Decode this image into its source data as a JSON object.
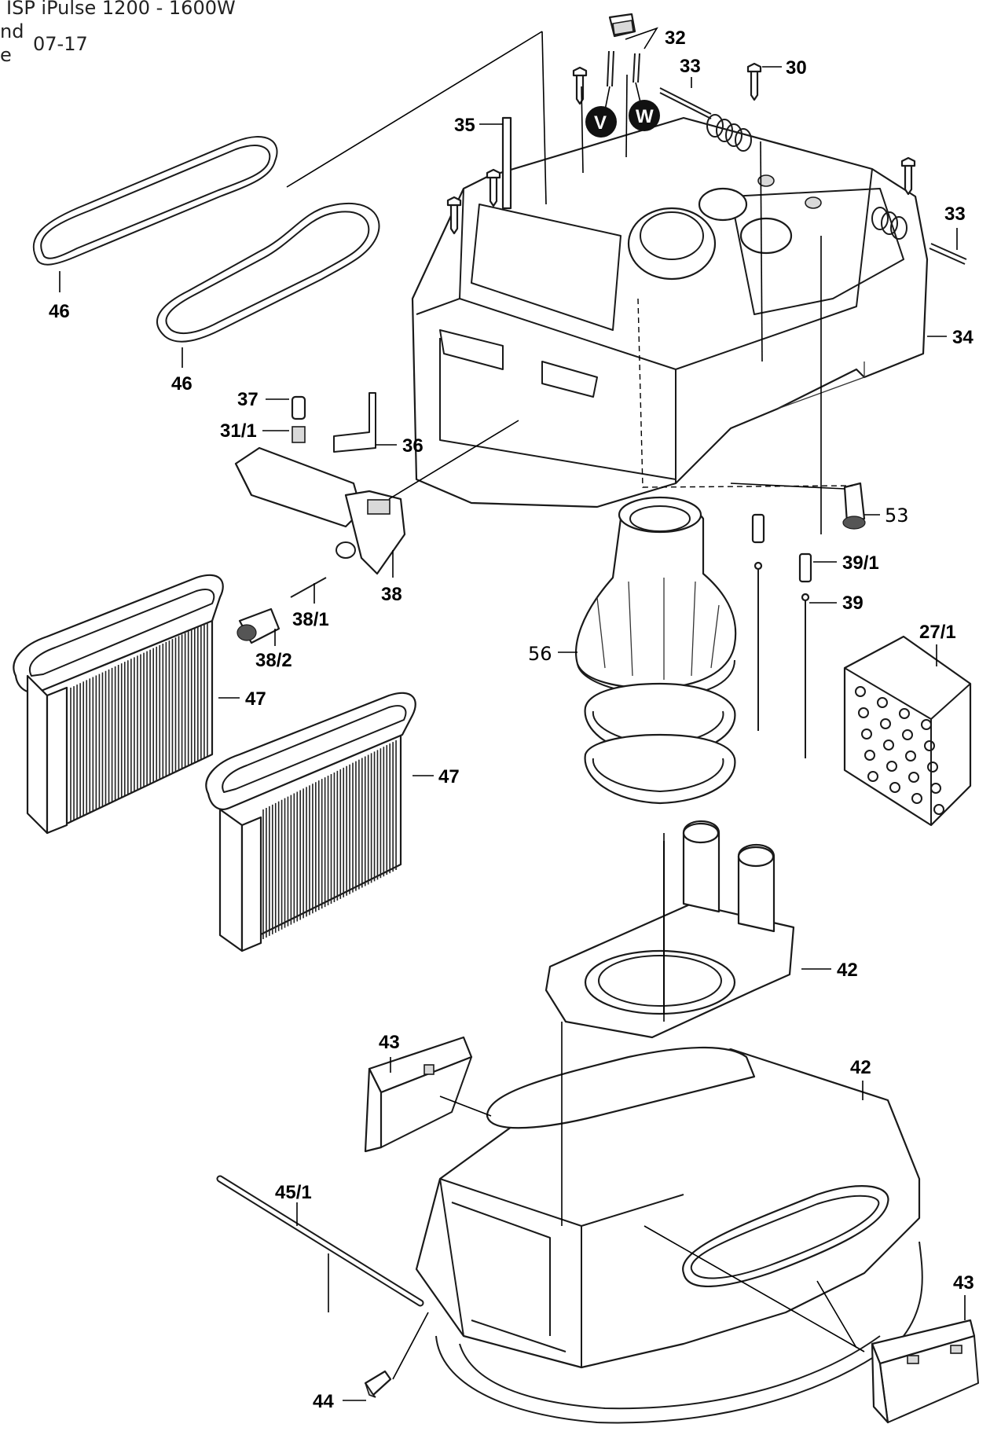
{
  "header": {
    "model": "ISP iPulse 1200 - 1600W",
    "frag_top": "nd",
    "frag_bottom": "e",
    "date": "07-17"
  },
  "labels": {
    "p32": "32",
    "p33a": "33",
    "p30": "30",
    "p35": "35",
    "p33b": "33",
    "p34": "34",
    "p46a": "46",
    "p46b": "46",
    "p37": "37",
    "p31_1": "31/1",
    "p36": "36",
    "p38": "38",
    "p53": "53",
    "p39_1": "39/1",
    "p39": "39",
    "p38_1": "38/1",
    "p38_2": "38/2",
    "p27_1": "27/1",
    "p56": "56",
    "p47a": "47",
    "p47b": "47",
    "p42a": "42",
    "p43a": "43",
    "p42b": "42",
    "p45_1": "45/1",
    "p43b": "43",
    "p44": "44"
  },
  "badges": {
    "v": "V",
    "w": "W"
  },
  "colors": {
    "line": "#1a1a1a",
    "background": "#ffffff",
    "badge": "#111111"
  }
}
